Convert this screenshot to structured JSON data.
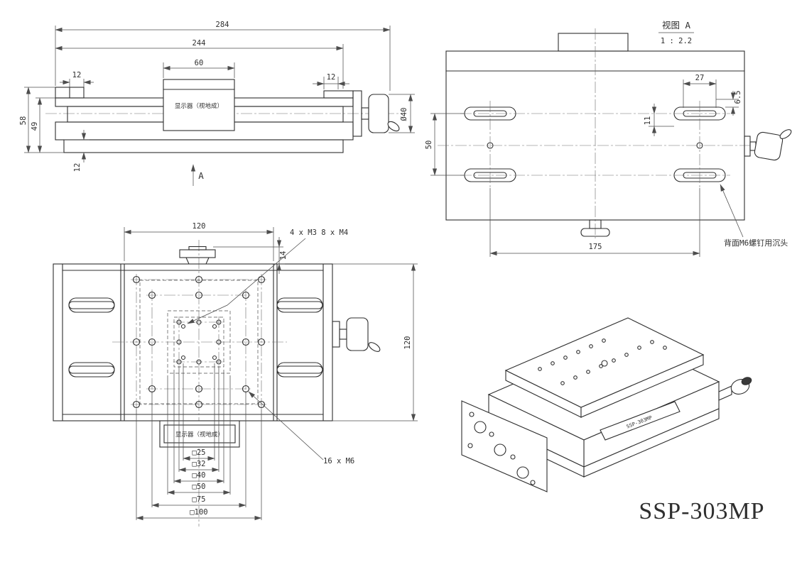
{
  "title": "SSP-303MP",
  "colors": {
    "line": "#2f2f2f",
    "dim": "#4d4d4d",
    "background": "#ffffff"
  },
  "front": {
    "d284": "284",
    "d244": "244",
    "d60": "60",
    "d12_right": "12",
    "d12_left": "12",
    "d58": "58",
    "d49": "49",
    "d12_bottom": "12",
    "knob_dia": "Ø40",
    "block_label": "显示器（视地成）",
    "view_arrow": "A"
  },
  "back": {
    "view_title": "视图 A",
    "view_scale": "1 : 2.2",
    "d27": "27",
    "d11": "11",
    "d6_5": "6.5",
    "d50": "50",
    "d175": "175",
    "note": "背面M6螺钉用沉头"
  },
  "plan": {
    "d120_width": "120",
    "d120_height": "120",
    "d14": "14",
    "callout_m3_m4": "4 x M3 8 x M4",
    "callout_m6": "16 x M6",
    "squares": [
      "□25",
      "□32",
      "□40",
      "□50",
      "□75",
      "□100"
    ],
    "block_label": "显示器（视地成）"
  },
  "iso": {
    "device_label": "SSP-303MP"
  }
}
